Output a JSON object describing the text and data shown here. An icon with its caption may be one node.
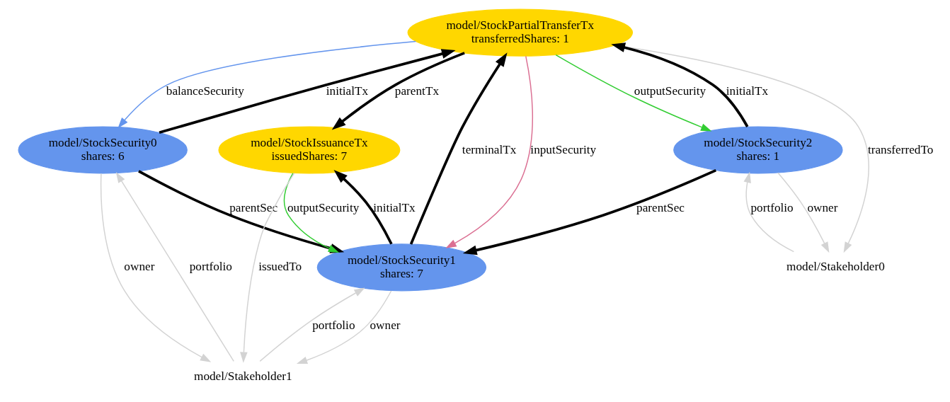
{
  "diagram": {
    "nodes": [
      {
        "text": [
          "model/StockPartialTransferTx",
          "transferredShares: 1"
        ]
      },
      {
        "text": [
          "model/StockSecurity0",
          "shares: 6"
        ]
      },
      {
        "text": [
          "model/StockIssuanceTx",
          "issuedShares: 7"
        ]
      },
      {
        "text": [
          "model/StockSecurity2",
          "shares: 1"
        ]
      },
      {
        "text": [
          "model/StockSecurity1",
          "shares: 7"
        ]
      },
      {
        "text": [
          "model/Stakeholder0"
        ]
      },
      {
        "text": [
          "model/Stakeholder1"
        ]
      }
    ],
    "edges": [
      {
        "from": 0,
        "to": 1,
        "arrow": "to",
        "label": "balanceSecurity",
        "color": "#6495ed"
      },
      {
        "from": 1,
        "to": 0,
        "arrow": "to",
        "label": "initialTx",
        "style": "thick",
        "color": "#000000"
      },
      {
        "from": 0,
        "to": 2,
        "arrow": "to",
        "label": "parentTx",
        "style": "thick",
        "color": "#000000"
      },
      {
        "from": 0,
        "to": 4,
        "arrow": "to",
        "label": "inputSecurity",
        "color": "#db7093"
      },
      {
        "from": 4,
        "to": 0,
        "arrow": "to",
        "label": "terminalTx",
        "style": "thick",
        "color": "#000000"
      },
      {
        "from": 3,
        "to": 0,
        "arrow": "to",
        "label": "initialTx",
        "style": "thick",
        "color": "#000000"
      },
      {
        "from": 0,
        "to": 3,
        "arrow": "to",
        "label": "outputSecurity",
        "color": "#32cd32"
      },
      {
        "from": 0,
        "to": 5,
        "arrow": "to",
        "label": "transferredTo",
        "color": "#d3d3d3"
      },
      {
        "from": 1,
        "to": 4,
        "arrow": "to",
        "label": "parentSec",
        "style": "thick",
        "color": "#000000"
      },
      {
        "from": 4,
        "to": 2,
        "arrow": "to",
        "label": "initialTx",
        "style": "thick",
        "color": "#000000"
      },
      {
        "from": 2,
        "to": 4,
        "arrow": "to",
        "label": "outputSecurity",
        "color": "#32cd32"
      },
      {
        "from": 3,
        "to": 4,
        "arrow": "to",
        "label": "parentSec",
        "style": "thick",
        "color": "#000000"
      },
      {
        "from": 2,
        "to": 6,
        "arrow": "to",
        "label": "issuedTo",
        "color": "#d3d3d3"
      },
      {
        "from": 6,
        "to": 1,
        "arrow": "to",
        "label": "portfolio",
        "color": "#d3d3d3"
      },
      {
        "from": 1,
        "to": 6,
        "arrow": "to",
        "label": "owner",
        "color": "#d3d3d3"
      },
      {
        "from": 6,
        "to": 4,
        "arrow": "to",
        "label": "portfolio",
        "color": "#d3d3d3"
      },
      {
        "from": 4,
        "to": 6,
        "arrow": "to",
        "label": "owner",
        "color": "#d3d3d3"
      },
      {
        "from": 3,
        "to": 5,
        "arrow": "to",
        "label": "owner",
        "color": "#d3d3d3"
      },
      {
        "from": 5,
        "to": 3,
        "arrow": "to",
        "label": "portfolio",
        "color": "#d3d3d3"
      }
    ]
  }
}
